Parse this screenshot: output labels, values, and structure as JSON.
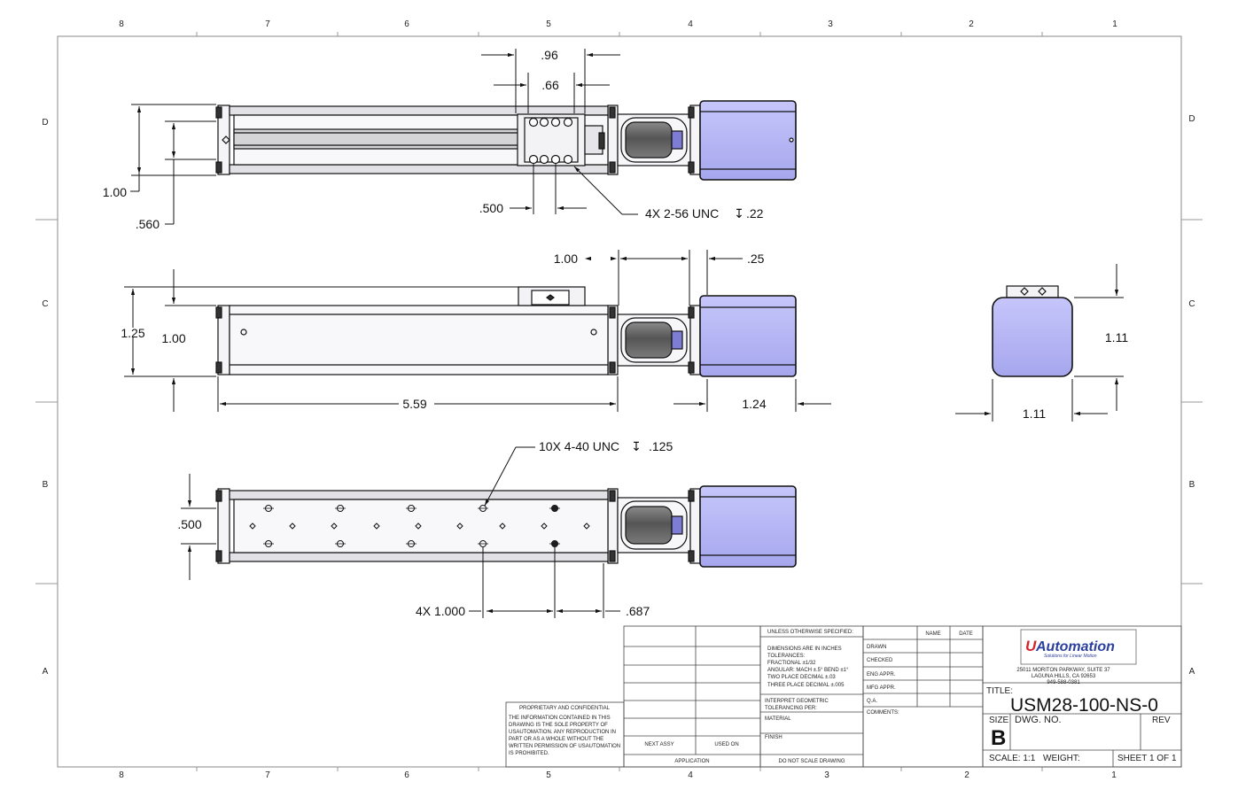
{
  "zones": {
    "columns": [
      "8",
      "7",
      "6",
      "5",
      "4",
      "3",
      "2",
      "1"
    ],
    "rows": [
      "D",
      "C",
      "B",
      "A"
    ]
  },
  "dimensions": {
    "top_view": {
      "d096": ".96",
      "d066": ".66",
      "d100": "1.00",
      "d0560": ".560",
      "d0500": ".500",
      "thread_note": "4X 2-56 UNC",
      "depth_symbol": "↧",
      "thread_depth": ".22"
    },
    "front_view": {
      "d100_top": "1.00",
      "d025": ".25",
      "d125": "1.25",
      "d100_left": "1.00",
      "d559": "5.59",
      "d124": "1.24"
    },
    "side_view": {
      "height": "1.11",
      "width": "1.11"
    },
    "bottom_view": {
      "hole_note": "10X 4-40 UNC",
      "depth_symbol": "↧",
      "hole_depth": ".125",
      "d0500": ".500",
      "pitch": "4X 1.000",
      "d0687": ".687"
    }
  },
  "title_block": {
    "proprietary_title": "PROPRIETARY AND CONFIDENTIAL",
    "proprietary_lines": [
      "THE INFORMATION CONTAINED IN THIS",
      "DRAWING IS THE SOLE PROPERTY OF",
      "USAUTOMATION. ANY REPRODUCTION IN",
      "PART OR AS A WHOLE WITHOUT THE",
      "WRITTEN PERMISSION OF USAUTOMATION",
      "IS PROHIBITED."
    ],
    "next_assy": "NEXT ASSY",
    "used_on": "USED ON",
    "application": "APPLICATION",
    "unless_specified": "UNLESS OTHERWISE SPECIFIED:",
    "tolerance_lines": [
      "DIMENSIONS ARE IN INCHES",
      "TOLERANCES:",
      "FRACTIONAL ±1/32",
      "ANGULAR: MACH ±.5° BEND ±1°",
      "TWO PLACE DECIMAL ±.03",
      "THREE PLACE DECIMAL ±.005"
    ],
    "interpret": "INTERPRET GEOMETRIC",
    "tolerancing": "TOLERANCING PER:",
    "material": "MATERIAL",
    "finish": "FINISH",
    "do_not_scale": "DO NOT SCALE DRAWING",
    "name_header": "NAME",
    "date_header": "DATE",
    "roles": [
      "DRAWN",
      "CHECKED",
      "ENG APPR.",
      "MFG APPR.",
      "Q.A."
    ],
    "comments": "COMMENTS:",
    "logo_u": "U",
    "logo_main": "Automation",
    "logo_tagline": "Solutions for Linear Motion",
    "address_lines": [
      "25011 MORITON PARKWAY, SUITE 37",
      "LAGUNA HILLS, CA 92653",
      "949-588-0381"
    ],
    "title_label": "TITLE:",
    "title_value": "USM28-100-NS-0",
    "size_label": "SIZE",
    "size_value": "B",
    "dwg_no_label": "DWG.  NO.",
    "rev_label": "REV",
    "scale_label": "SCALE: 1:1",
    "weight_label": "WEIGHT:",
    "sheet_label": "SHEET 1 OF 1"
  },
  "colors": {
    "line": "#111111",
    "motor_fill": "#b2b2f5",
    "motor_dark": "#5a5ac8",
    "body_fill": "#f7f7f9",
    "rail_fill": "#d9d9dc",
    "coupler_fill": "#6e6e6e",
    "logo_red": "#d8232a",
    "logo_blue": "#2b3f9e"
  }
}
